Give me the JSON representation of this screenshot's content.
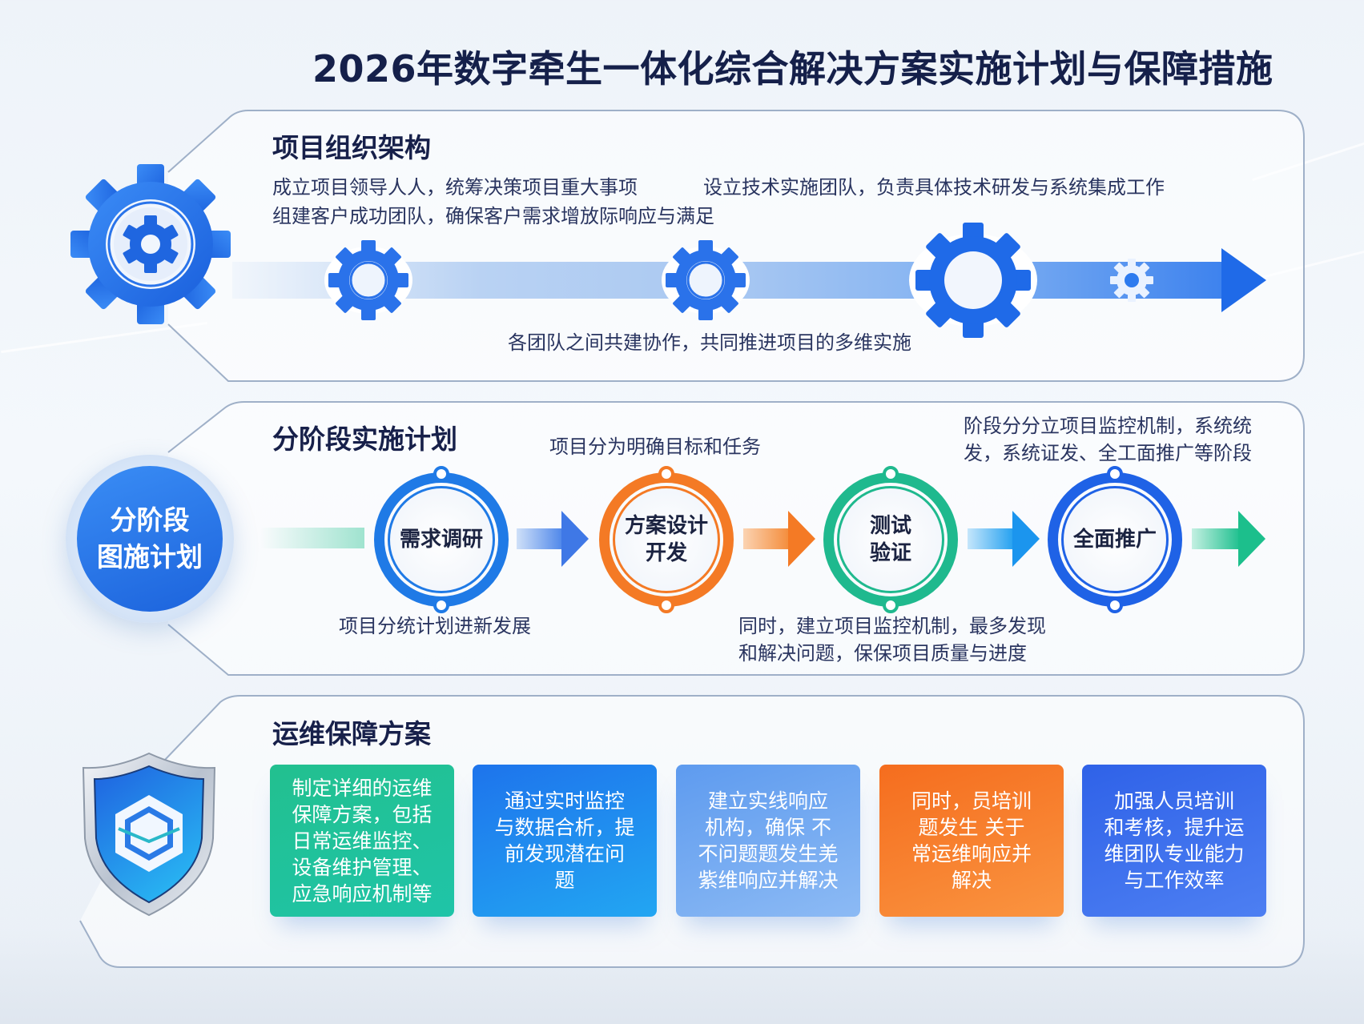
{
  "title": "2026年数字牵生一体化综合解决方案实施计划与保障措施",
  "colors": {
    "primary_blue": "#1f6ae8",
    "light_blue": "#3a8df5",
    "orange": "#f47a25",
    "green": "#1fb98e",
    "sky_blue": "#21a3f0",
    "pale_blue": "#8fbaf3",
    "indigo": "#3f6ef0",
    "title_navy": "#15204a"
  },
  "section1": {
    "title": "项目组织架构",
    "icon": "gear-icon",
    "notes": [
      "成立项目领导人人，统筹决策项目重大事项",
      "组建客户成功团队，确保客户需求增放际响应与满足",
      "设立技术实施团队，负责具体技术研发与系统集成工作"
    ],
    "caption": "各团队之间共建协作，共同推进项目的多维实施",
    "flow_nodes": [
      "gear-node-1",
      "gear-node-2",
      "gear-node-3",
      "gear-node-4"
    ]
  },
  "section2": {
    "title": "分阶段实施计划",
    "hub_line1": "分阶段",
    "hub_line2": "图施计划",
    "stages": [
      {
        "line1": "需求调研",
        "line2": "",
        "color": "#1f7ae6"
      },
      {
        "line1": "方案设计",
        "line2": "开发",
        "color": "#f47a25"
      },
      {
        "line1": "测试",
        "line2": "验证",
        "color": "#1fb98e"
      },
      {
        "line1": "全面推广",
        "line2": "",
        "color": "#1f62e6"
      }
    ],
    "note_top_mid": "项目分为明确目标和任务",
    "note_top_right_1": "阶段分分立项目监控机制，系统统",
    "note_top_right_2": "发，系统证发、全工面推广等阶段",
    "note_bottom_left": "项目分统计划进新发展",
    "note_bottom_right_1": "同时，建立项目监控机制，最多发现",
    "note_bottom_right_2": "和解决问题，保保项目质量与进度"
  },
  "section3": {
    "title": "运维保障方案",
    "icon": "shield-icon",
    "cards": [
      {
        "text": "制定详细的运维\n保障方案，包括\n日常运维监控、\n设备维护管理、\n应急响应机制等",
        "color_from": "#22c08f",
        "color_to": "#1fc4a8"
      },
      {
        "text": "通过实时监控\n与数据合析，提\n前发现潜在问\n题",
        "color_from": "#1e74ec",
        "color_to": "#22a6f2"
      },
      {
        "text": "建立实线响应\n机构，确保 不\n不问题题发生羌\n紫维响应并解决",
        "color_from": "#5e9bef",
        "color_to": "#8cbaf4"
      },
      {
        "text": "同时，员培训\n题发生 关于\n常运维响应并\n解决",
        "color_from": "#f56d1e",
        "color_to": "#fa9440"
      },
      {
        "text": "加强人员培训\n和考核，提升运\n维团队专业能力\n与工作效率",
        "color_from": "#2f62e8",
        "color_to": "#4d7ff2"
      }
    ]
  }
}
